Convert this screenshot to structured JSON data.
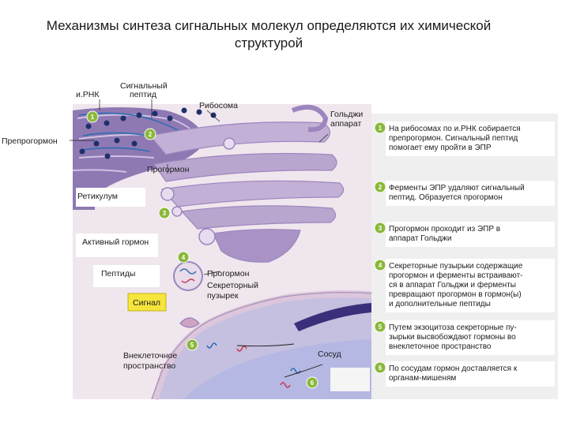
{
  "title_line1": "Механизмы синтеза сигнальных молекул определяются их химической",
  "title_line2": "структурой",
  "labels": {
    "mrna": "и.РНК",
    "signal_peptide_1": "Сигнальный",
    "signal_peptide_2": "пептид",
    "ribosome": "Рибосома",
    "golgi_1": "Гольджи",
    "golgi_2": "аппарат",
    "preprohormone": "Препрогормон",
    "prohormone_top": "Прогормон",
    "reticulum": "Ретикулум",
    "active_hormone": "Активный гормон",
    "peptides": "Пептиды",
    "prohormone_vesicle": "Прогормон",
    "secretory_1": "Секреторный",
    "secretory_2": "пузырек",
    "signal": "Сигнал",
    "extracellular_1": "Внеклеточное",
    "extracellular_2": "пространство",
    "vessel": "Сосуд"
  },
  "steps": [
    {
      "num": "1",
      "lines": [
        "На рибосомах по и.РНК собирается",
        "препрогормон. Сигнальный пептид",
        "помогает ему пройти в ЭПР"
      ]
    },
    {
      "num": "2",
      "lines": [
        "Ферменты ЭПР удаляют сигнальный",
        "пептид. Образуется прогормон"
      ]
    },
    {
      "num": "3",
      "lines": [
        "Прогормон проходит из ЭПР в",
        "аппарат Гольджи"
      ]
    },
    {
      "num": "4",
      "lines": [
        "Секреторные пузырьки содержащие",
        "прогормон и ферменты встраивают-",
        "ся в аппарат Гольджи и ферменты",
        "превращают прогормон в гормон(ы)",
        "и дополнительные пептиды"
      ]
    },
    {
      "num": "5",
      "lines": [
        "Путем экзоцитоза секреторные пу-",
        "зырьки высвобождают гормоны во",
        "внеклеточное пространство"
      ]
    },
    {
      "num": "6",
      "lines": [
        "По сосудам гормон доставляется к",
        "органам-мишеням"
      ]
    }
  ],
  "diagram_markers": [
    "1",
    "2",
    "3",
    "4",
    "5",
    "6"
  ],
  "colors": {
    "er": "#8e79b3",
    "er_dark": "#6b5a96",
    "golgi": "#b9a6cf",
    "cytoplasm": "#f0e6ee",
    "membrane": "#d9c3d9",
    "extracellular": "#b9b3d9",
    "vessel": "#3a2f7a",
    "marker": "#8ab83a",
    "signal_box": "#f5e53d",
    "panel": "#efefef"
  }
}
